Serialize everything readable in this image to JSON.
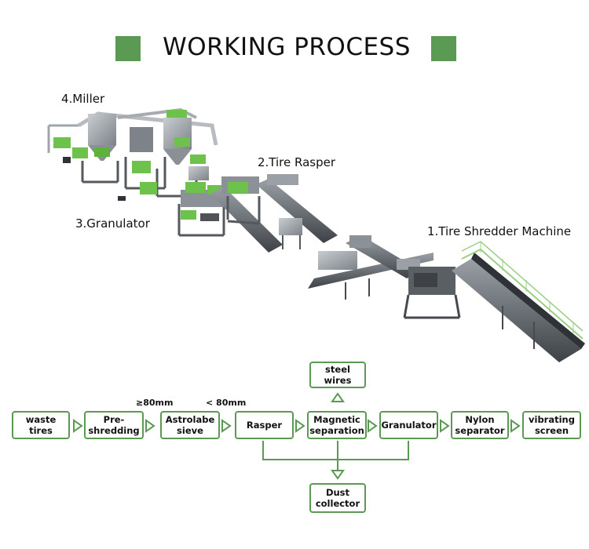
{
  "title": "WORKING PROCESS",
  "machines": {
    "miller": "4.Miller",
    "rasper": "2.Tire Rasper",
    "granulator": "3.Granulator",
    "shredder": "1.Tire Shredder Machine"
  },
  "flow": {
    "waste_tires": "waste tires",
    "pre_shredding": "Pre-\nshredding",
    "astrolabe": "Astrolabe\nsieve",
    "rasper": "Rasper",
    "magnetic": "Magnetic\nseparation",
    "granulator": "Granulator",
    "nylon": "Nylon\nseparator",
    "vibrating": "vibrating\nscreen",
    "steel_wires": "steel wires",
    "dust": "Dust\ncollector"
  },
  "size_labels": {
    "ge80": "≥80mm",
    "lt80": "< 80mm"
  },
  "colors": {
    "accent": "#5b9a53",
    "machine_green": "#6cc24a",
    "machine_gray": "#6f747a"
  }
}
